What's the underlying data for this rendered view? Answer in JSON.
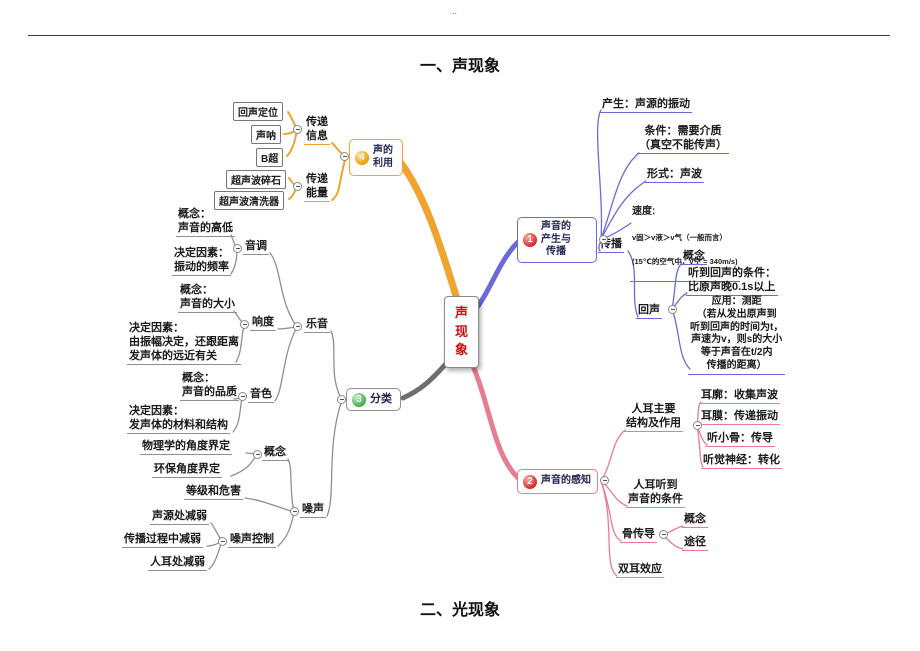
{
  "page": {
    "top_dots": "..",
    "section_top": "一、声现象",
    "section_bottom": "二、光现象"
  },
  "colors": {
    "branch1": "#6b6bd6",
    "branch2": "#e87d92",
    "branch3": "#8f8f8f",
    "branch4": "#f0a32f",
    "badge1": "#d42a2a",
    "badge2": "#d42a2a",
    "badge3": "#3fae49",
    "badge4": "#f09c00",
    "root_text": "#cc1111"
  },
  "root": {
    "label": "声现象"
  },
  "b1": {
    "badge": "1",
    "title": "声音的\n产生与\n传播",
    "produce": "产生：声源的振动",
    "condition": "条件：需要介质\n（真空不能传声）",
    "form": "形式：声波",
    "speed_title": "速度:",
    "speed_line1": "v固＞v液＞v气（一般而言）",
    "speed_line2": "(15℃的空气中，v空 = 340m/s)",
    "spread": "传播",
    "echo": "回声",
    "echo_concept": "概念",
    "echo_condition": "听到回声的条件：\n比原声晚0.1s以上",
    "echo_apply": "应用：测距\n（若从发出原声到\n听到回声的时间为t，\n声速为v，则s的大小\n等于声音在t/2内\n传播的距离）"
  },
  "b2": {
    "badge": "2",
    "title": "声音的感知",
    "ear_structure": "人耳主要\n结构及作用",
    "pinna": "耳廓：收集声波",
    "eardrum": "耳膜：传递振动",
    "ossicle": "听小骨：传导",
    "nerve": "听觉神经：转化",
    "hear_condition": "人耳听到\n声音的条件",
    "bone": "骨传导",
    "bone_concept": "概念",
    "bone_path": "途径",
    "binaural": "双耳效应"
  },
  "b3": {
    "badge": "3",
    "title": "分类",
    "music": "乐音",
    "pitch": "音调",
    "pitch_concept": "概念：\n声音的高低",
    "pitch_factor": "决定因素：\n振动的频率",
    "loudness": "响度",
    "loudness_concept": "概念：\n声音的大小",
    "loudness_factor": "决定因素：\n由振幅决定，还跟距离\n发声体的远近有关",
    "timbre": "音色",
    "timbre_concept": "概念：\n声音的品质",
    "timbre_factor": "决定因素：\n发声体的材料和结构",
    "noise": "噪声",
    "noise_concept": "概念",
    "noise_physics": "物理学的角度界定",
    "noise_env": "环保角度界定",
    "noise_level": "等级和危害",
    "noise_control": "噪声控制",
    "control_source": "声源处减弱",
    "control_process": "传播过程中减弱",
    "control_ear": "人耳处减弱"
  },
  "b4": {
    "badge": "4",
    "title": "声的\n利用",
    "info": "传递\n信息",
    "echo_location": "回声定位",
    "sonar": "声呐",
    "bscan": "B超",
    "energy": "传递\n能量",
    "lithotripsy": "超声波碎石",
    "cleaner": "超声波清洗器"
  }
}
